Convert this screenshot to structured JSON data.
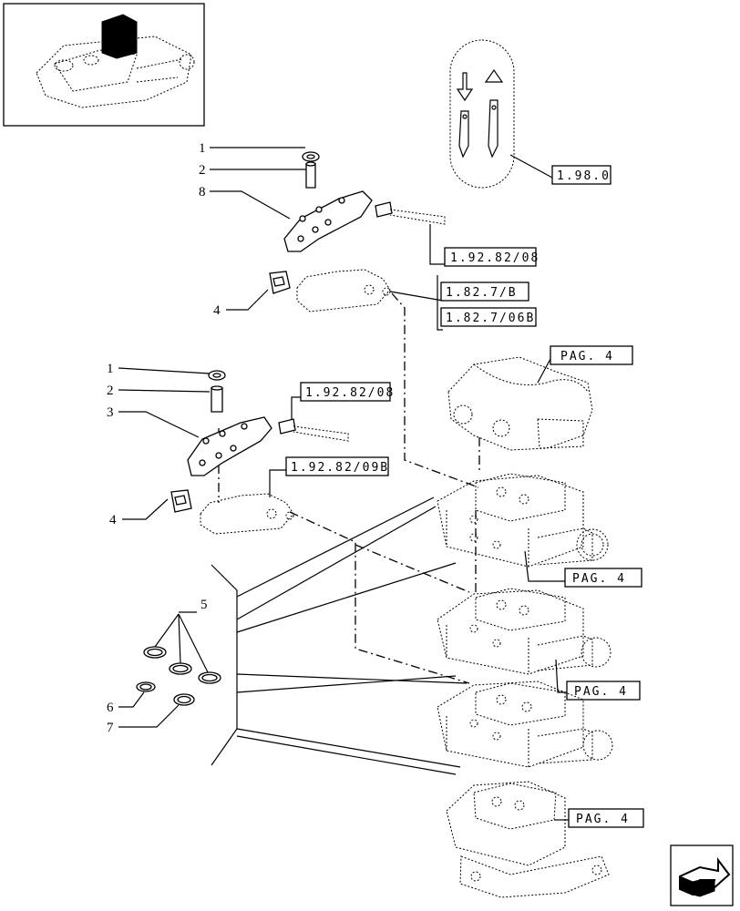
{
  "callouts": {
    "item_1_top": "1",
    "item_2_top": "2",
    "item_8": "8",
    "item_4_top": "4",
    "item_1_mid": "1",
    "item_2_mid": "2",
    "item_3": "3",
    "item_4_mid": "4",
    "item_5": "5",
    "item_6": "6",
    "item_7": "7"
  },
  "references": {
    "ref_1980": "1.98.0",
    "ref_19282_08_top": "1.92.82/08",
    "ref_1827B": "1.82.7/B",
    "ref_1827_06B": "1.82.7/06B",
    "ref_19282_08_mid": "1.92.82/08",
    "ref_19282_09B": "1.92.82/09B",
    "pag_1": "PAG. 4",
    "pag_2": "PAG. 4",
    "pag_3": "PAG. 4",
    "pag_4": "PAG. 4"
  },
  "icons": {
    "thumbnail": "tractor-hitch-thumbnail-icon",
    "next_page": "next-page-arrow-icon",
    "lever_symbol": "lever-up-down-symbol-icon"
  }
}
